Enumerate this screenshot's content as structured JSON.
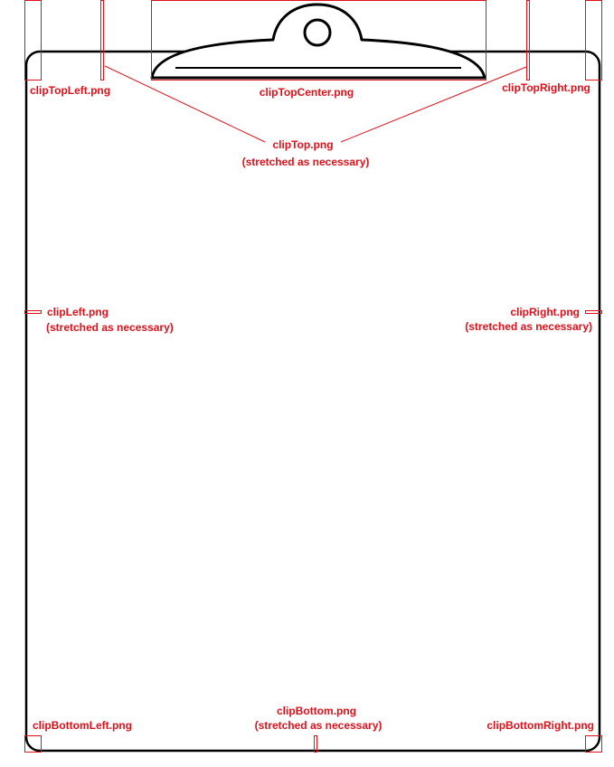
{
  "colors": {
    "annotation": "#e0101a",
    "outline": "#000000",
    "background": "#ffffff"
  },
  "labels": {
    "clip_top_left": "clipTopLeft.png",
    "clip_top_center": "clipTopCenter.png",
    "clip_top_right": "clipTopRight.png",
    "clip_top": "clipTop.png",
    "clip_left": "clipLeft.png",
    "clip_right": "clipRight.png",
    "clip_bottom": "clipBottom.png",
    "clip_bottom_left": "clipBottomLeft.png",
    "clip_bottom_right": "clipBottomRight.png",
    "stretched_note": "(stretched as necessary)"
  }
}
